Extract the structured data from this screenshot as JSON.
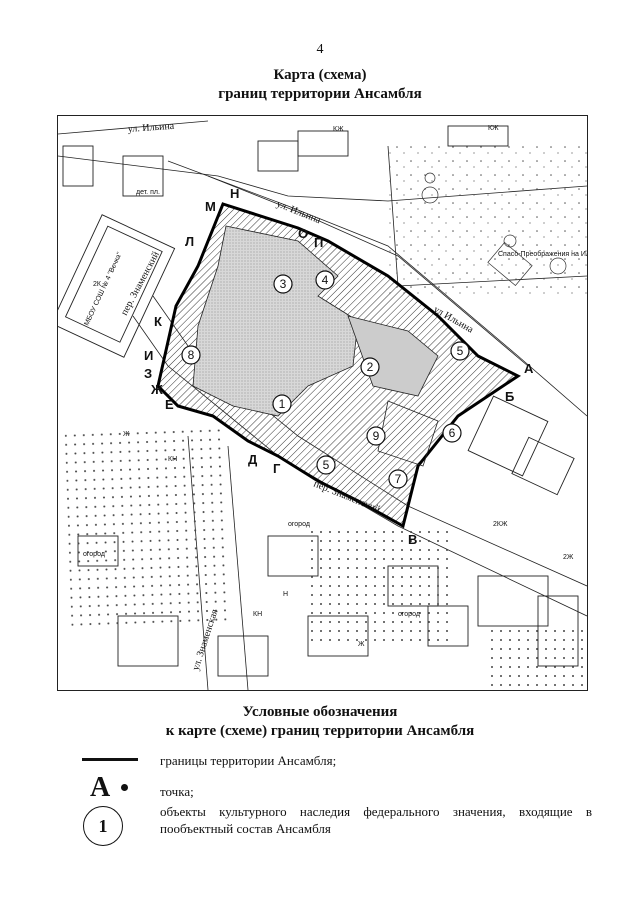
{
  "page_number": "4",
  "title_line1": "Карта (схема)",
  "title_line2": "границ территории Ансамбля",
  "map": {
    "streets": {
      "ilinsky_left": "ул. Ильина",
      "ilinsky_top": "ул. Ильина",
      "ilinsky_right": "ул Ильина",
      "znamensky_lane_left": "пер. Знаменский",
      "znamensky_lane_bottom": "пер. Знаменский",
      "znamensky_street": "ул. Знаменская"
    },
    "point_letters": [
      "А",
      "Б",
      "В",
      "Г",
      "Д",
      "Е",
      "Ж",
      "З",
      "И",
      "К",
      "Л",
      "М",
      "Н",
      "О",
      "П"
    ],
    "object_numbers": [
      "1",
      "2",
      "3",
      "4",
      "5",
      "5",
      "6",
      "7",
      "8",
      "9"
    ],
    "building_labels": {
      "church": "Спасо-Преображения на Ильинке",
      "school": "МБОУ СОШ № 4 \"Вечка\"",
      "det": "дет. пл.",
      "garden": "огород",
      "kzh": "КЖ",
      "kn": "КН",
      "zh": "Ж",
      "n": "Н",
      "two_kzh": "2КЖ",
      "two_k": "2К",
      "kn2": "2Ж"
    }
  },
  "legend": {
    "title_line1": "Условные обозначения",
    "title_line2": "к карте (схеме) границ территории Ансамбля",
    "boundary_text": "границы территории Ансамбля;",
    "point_symbol": "А",
    "point_text": "точка;",
    "object_symbol": "1",
    "object_text": "объекты культурного наследия федерального значения, входящие в пообъектный состав Ансамбля"
  }
}
